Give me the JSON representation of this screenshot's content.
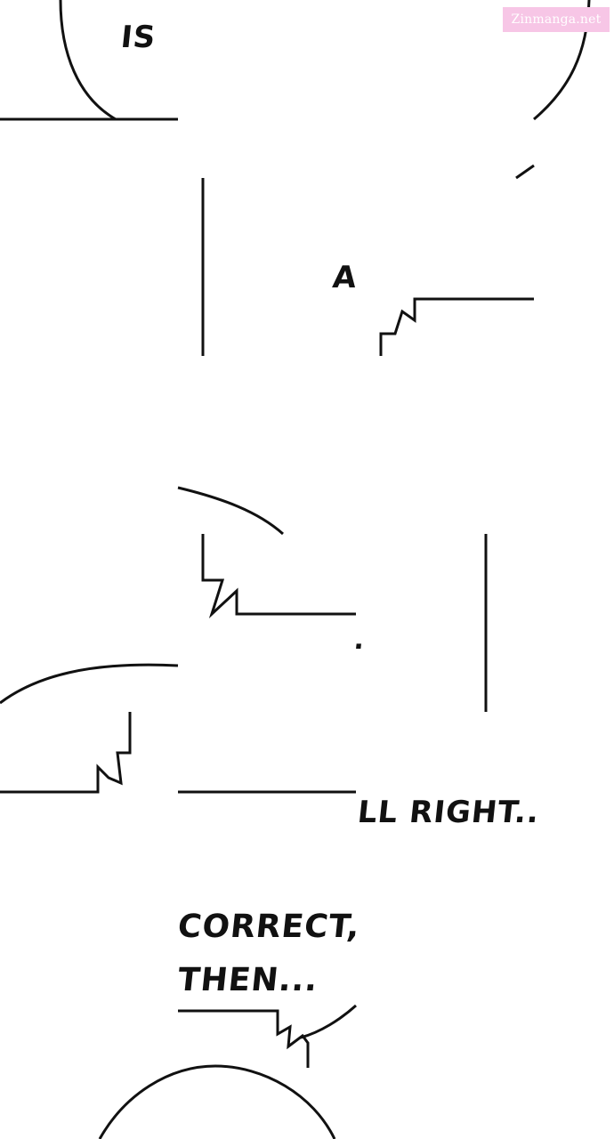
{
  "texts": {
    "is": "IS",
    "a": "A",
    "dot": ".",
    "all_right": "LL RIGHT..",
    "correct": "CORRECT,",
    "then": "THEN..."
  },
  "watermark": "Zinmanga.net"
}
